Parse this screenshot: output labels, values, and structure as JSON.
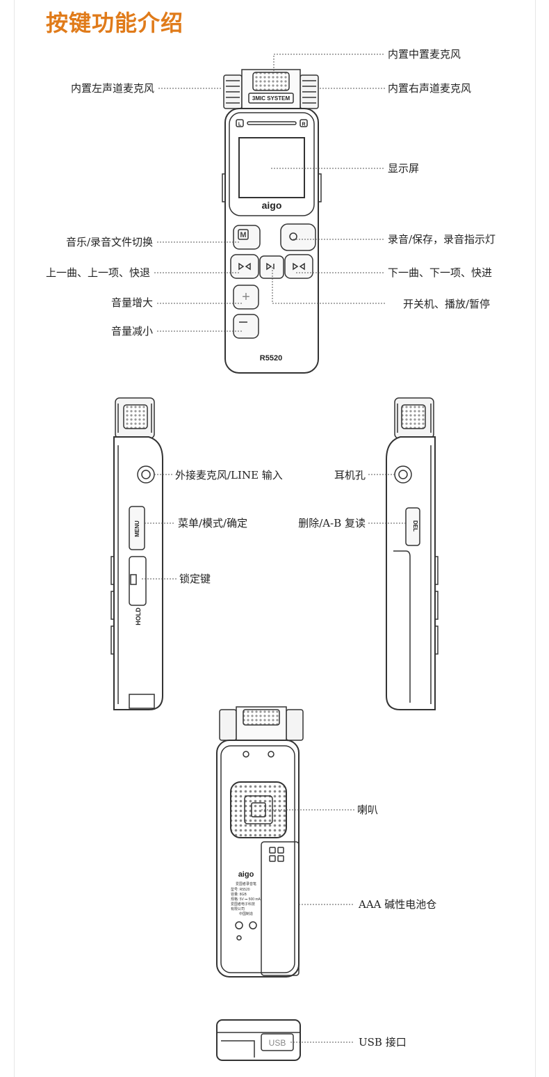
{
  "title": "按键功能介绍",
  "front": {
    "labels": {
      "mic_center": "内置中置麦克风",
      "mic_left": "内置左声道麦克风",
      "mic_right": "内置右声道麦克风",
      "screen": "显示屏",
      "music_switch": "音乐/录音文件切换",
      "record": "录音/保存，录音指示灯",
      "prev": "上一曲、上一项、快退",
      "next": "下一曲、下一项、快进",
      "vol_up": "音量增大",
      "power": "开关机、播放/暂停",
      "vol_down": "音量减小"
    },
    "device": {
      "mic_badge": "3MIC SYSTEM",
      "meter_left": "L",
      "meter_right": "R",
      "brand": "aigo",
      "model": "R5520",
      "m_key": "M",
      "plus_key": "+",
      "minus_key": "−"
    }
  },
  "left_side": {
    "labels": {
      "ext_mic": "外接麦克风/LINE 输入",
      "menu": "菜单/模式/确定",
      "lock": "锁定键"
    },
    "device": {
      "menu_key": "MENU",
      "hold": "HOLD"
    }
  },
  "right_side": {
    "labels": {
      "headphone": "耳机孔",
      "delete": "删除/A-B 复读"
    },
    "device": {
      "del_key": "DEL"
    }
  },
  "back": {
    "labels": {
      "speaker": "喇叭",
      "battery": "AAA 碱性电池仓"
    },
    "device": {
      "brand": "aigo",
      "product": "爱国者录音笔",
      "spec_lines": [
        "型号: R5520",
        "容量: 8GB",
        "规格: 5V ⎓ 500 mA",
        "爱国者电子科技",
        "有限公司",
        "中国制造"
      ]
    }
  },
  "bottom": {
    "labels": {
      "usb": "USB 接口"
    },
    "device": {
      "usb_text": "USB"
    }
  }
}
